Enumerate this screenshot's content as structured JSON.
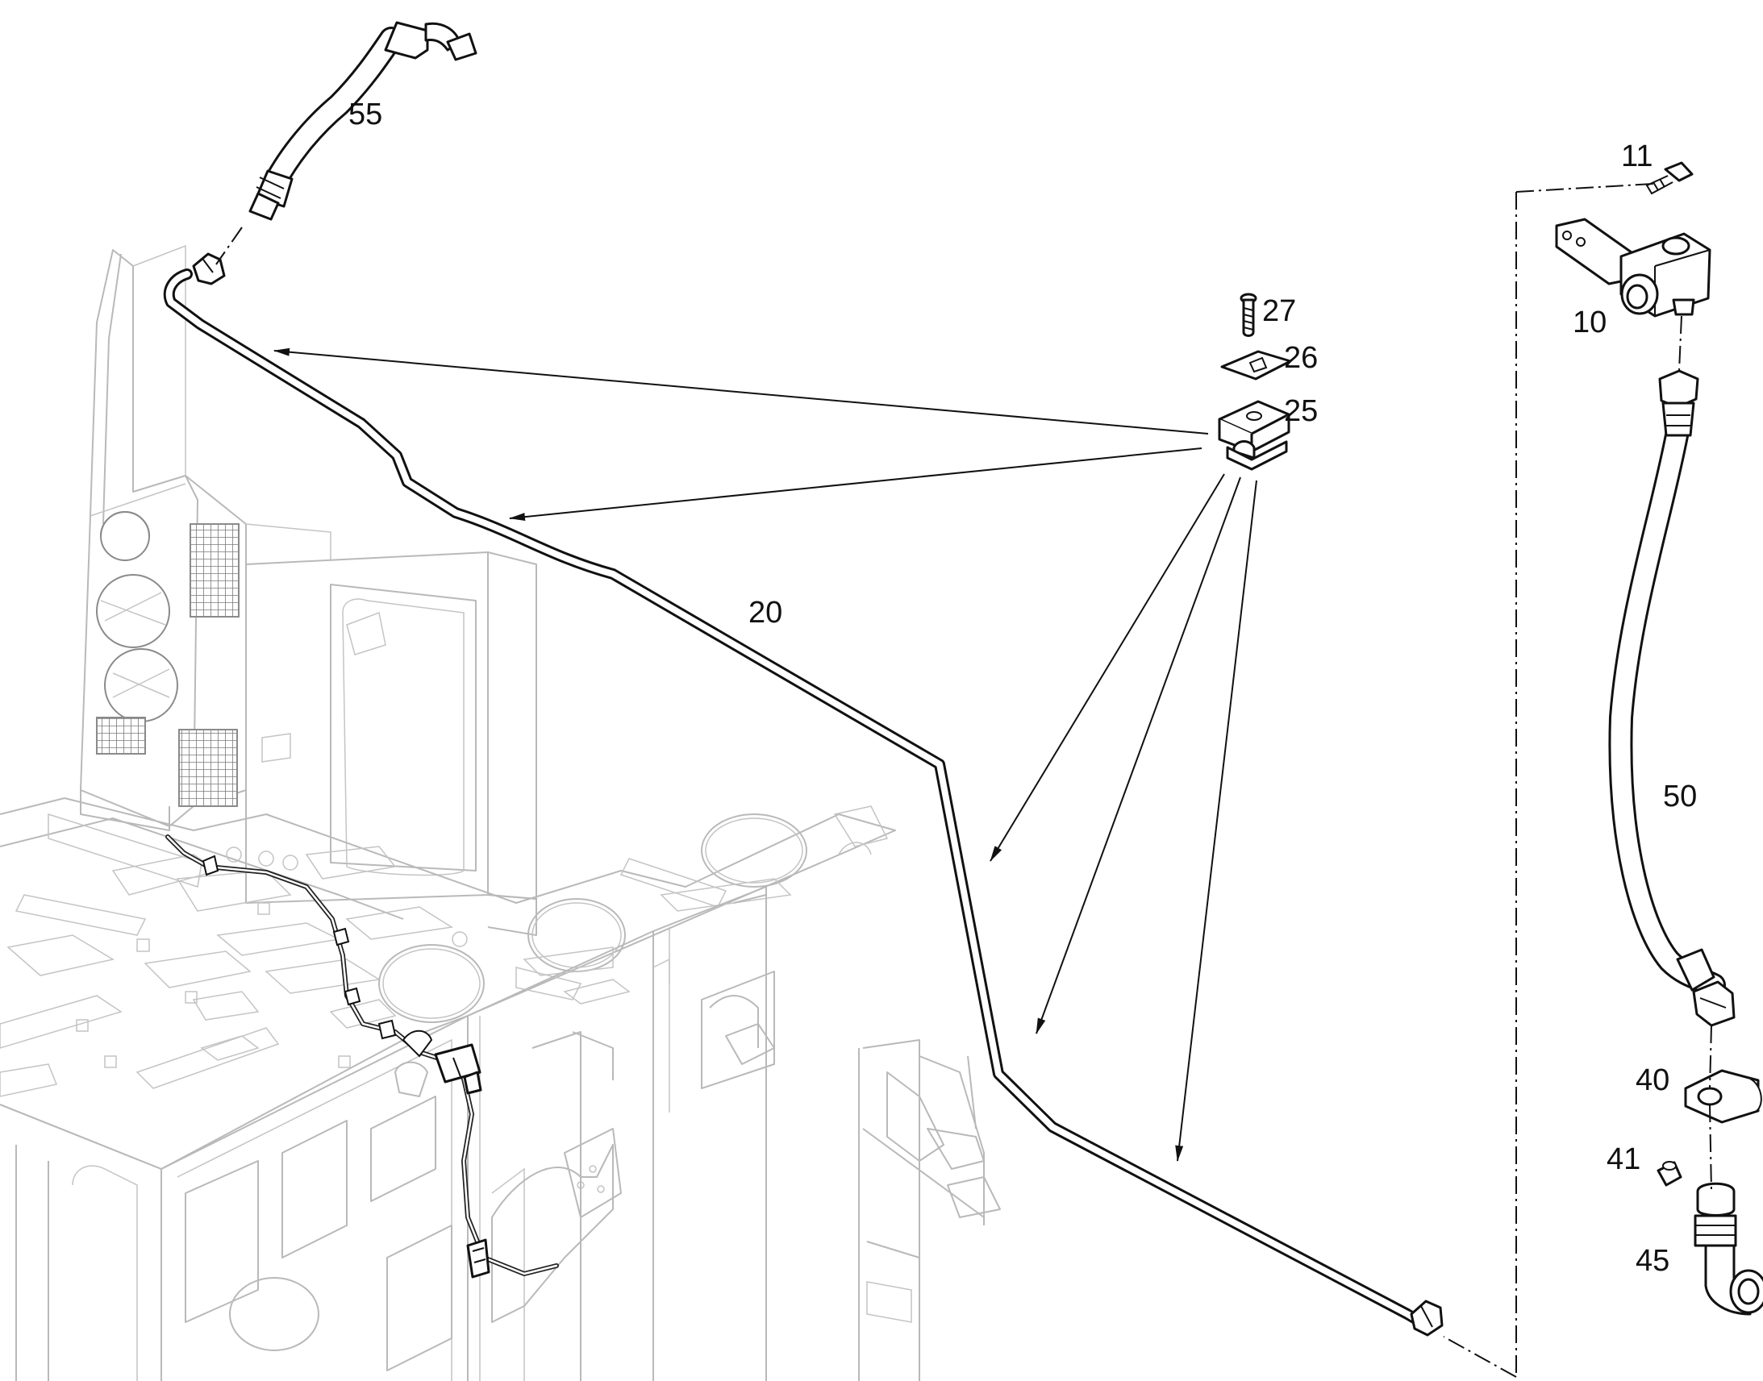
{
  "callouts": {
    "p55": "55",
    "p11": "11",
    "p10": "10",
    "p27": "27",
    "p26": "26",
    "p25": "25",
    "p20": "20",
    "p50": "50",
    "p40": "40",
    "p41": "41",
    "p45": "45"
  }
}
